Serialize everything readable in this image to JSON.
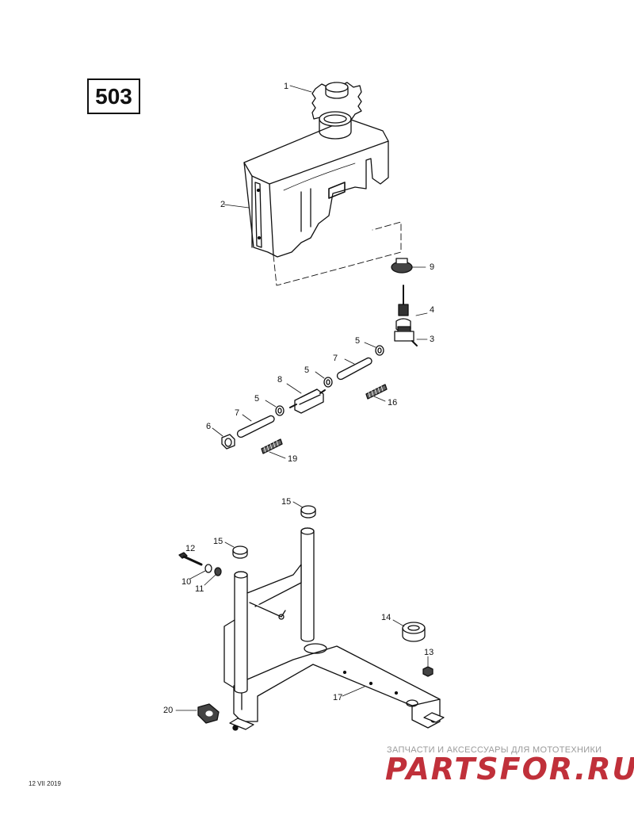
{
  "diagram": {
    "page_number": "503",
    "footer_code": "12 VII 2019",
    "callouts": [
      {
        "id": "c1",
        "text": "1"
      },
      {
        "id": "c2",
        "text": "2"
      },
      {
        "id": "c9",
        "text": "9"
      },
      {
        "id": "c4",
        "text": "4"
      },
      {
        "id": "c3",
        "text": "3"
      },
      {
        "id": "c5a",
        "text": "5"
      },
      {
        "id": "c7a",
        "text": "7"
      },
      {
        "id": "c5b",
        "text": "5"
      },
      {
        "id": "c8",
        "text": "8"
      },
      {
        "id": "c16",
        "text": "16"
      },
      {
        "id": "c5c",
        "text": "5"
      },
      {
        "id": "c7b",
        "text": "7"
      },
      {
        "id": "c6",
        "text": "6"
      },
      {
        "id": "c19",
        "text": "19"
      },
      {
        "id": "c15a",
        "text": "15"
      },
      {
        "id": "c15b",
        "text": "15"
      },
      {
        "id": "c12",
        "text": "12"
      },
      {
        "id": "c10",
        "text": "10"
      },
      {
        "id": "c11",
        "text": "11"
      },
      {
        "id": "c14",
        "text": "14"
      },
      {
        "id": "c13",
        "text": "13"
      },
      {
        "id": "c17",
        "text": "17"
      },
      {
        "id": "c20",
        "text": "20"
      }
    ]
  },
  "watermark": {
    "tagline": "ЗАПЧАСТИ И АКСЕССУАРЫ ДЛЯ МОТОТЕХНИКИ",
    "logo_text": "PARTSFOR.RU",
    "color": "#c0303a"
  }
}
